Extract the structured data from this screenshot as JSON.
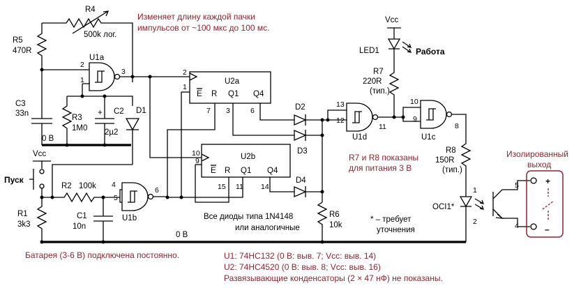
{
  "colors": {
    "wire": "#000000",
    "note": "#8b2530",
    "optocoupler_box": "#8b2530"
  },
  "components": {
    "r4": {
      "ref": "R4",
      "value": "500k лог."
    },
    "r5": {
      "ref": "R5",
      "value": "470R"
    },
    "c3": {
      "ref": "C3",
      "value": "33n"
    },
    "r3": {
      "ref": "R3",
      "value": "1M0"
    },
    "c2": {
      "ref": "C2",
      "value": "2µ2"
    },
    "d1": {
      "ref": "D1"
    },
    "r2": {
      "ref": "R2",
      "value": "100k"
    },
    "c1": {
      "ref": "C1",
      "value": "10n"
    },
    "r1": {
      "ref": "R1",
      "value": "3k3"
    },
    "u1a": {
      "ref": "U1a"
    },
    "u1b": {
      "ref": "U1b"
    },
    "u1c": {
      "ref": "U1c"
    },
    "u1d": {
      "ref": "U1d"
    },
    "u2a": {
      "ref": "U2a"
    },
    "u2b": {
      "ref": "U2b"
    },
    "d2": {
      "ref": "D2"
    },
    "d3": {
      "ref": "D3"
    },
    "d4": {
      "ref": "D4"
    },
    "r6": {
      "ref": "R6",
      "value": "10k"
    },
    "r7": {
      "ref": "R7",
      "value": "220R",
      "note": "(тип.)"
    },
    "r8": {
      "ref": "R8",
      "value": "150R",
      "note": "(тип.)"
    },
    "led1": {
      "ref": "LED1"
    },
    "oci1": {
      "ref": "OCI1*"
    }
  },
  "net_labels": {
    "vcc": "Vcc",
    "zero_v": "0 В",
    "plus": "+",
    "minus": "–"
  },
  "pins": {
    "u1a_in1": "2",
    "u1a_in2": "1",
    "u1a_out": "3",
    "u1b_in1": "4",
    "u1b_in2": "5",
    "u1b_out": "6",
    "u1d_in1": "13",
    "u1d_in2": "12",
    "u1d_out": "11",
    "u1c_in1": "10",
    "u1c_in2": "9",
    "u1c_out": "8",
    "u2a_clk": "2",
    "u2a_en": "1",
    "u2a_r": "7",
    "u2a_q1": "3",
    "u2a_q4": "6",
    "u2b_clk": "10",
    "u2b_en": "9",
    "u2b_r": "15",
    "u2b_q1": "11",
    "u2b_q4": "14",
    "opto_1": "1",
    "opto_2": "2",
    "opto_4": "4",
    "opto_5": "5"
  },
  "counter_labels": {
    "e_bar": "E",
    "r": "R",
    "q1": "Q1",
    "q4": "Q4"
  },
  "notes": {
    "r4_line1": "Изменяет длину каждой пачки",
    "r4_line2": "импульсов от ~100 мкс до 100 мс.",
    "status": "Работа",
    "start": "Пуск",
    "r7r8_line1": "R7 и R8 показаны",
    "r7r8_line2": "для питания 3 В",
    "isolated_line1": "Изолированный",
    "isolated_line2": "выход",
    "diodes_line1": "Все диоды типа 1N4148",
    "diodes_line2": "или аналогичные",
    "refine_line1": "* – требует",
    "refine_line2": "уточнения",
    "battery": "Батарея (3-6 В) подключена постоянно.",
    "u1_info": "U1: 74HC132 (0 В: выв. 7; Vcc: выв. 14)",
    "u2_info": "U2: 74HC4520 (0 В: выв. 8; Vcc: выв. 16)",
    "decoupling": "Развязывающие конденсаторы (2 × 47 нФ) не показаны."
  }
}
